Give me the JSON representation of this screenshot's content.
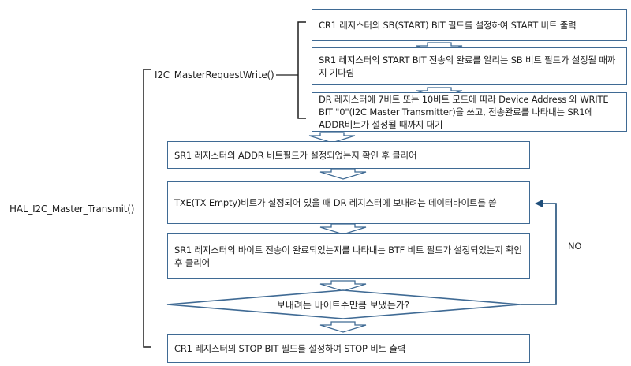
{
  "labels": {
    "outer_function": "HAL_I2C_Master_Transmit()",
    "inner_function": "I2C_MasterRequestWrite()",
    "loop_label": "NO"
  },
  "steps": {
    "step1": "CR1 레지스터의 SB(START) BIT 필드를 설정하여 START 비트 출력",
    "step2": "SR1 레지스터의 START BIT 전송의 완료를 알리는 SB 비트 필드가 설정될 때까지 기다림",
    "step3": "DR 레지스터에 7비트 또는 10비트 모드에 따라 Device Address 와 WRITE BIT \"0\"(I2C Master Transmitter)을 쓰고, 전송완료를 나타내는 SR1에 ADDR비트가 설정될 때까지 대기",
    "step4": "SR1 레지스터의 ADDR 비트필드가 설정되었는지 확인 후 클리어",
    "step5": "TXE(TX Empty)비트가 설정되어 있을 때 DR 레지스터에 보내려는 데이터바이트를 씀",
    "step6": "SR1 레지스터의 바이트 전송이 완료되었는지를 나타내는 BTF 비트 필드가 설정되었는지 확인 후 클리어",
    "decision": "보내려는 바이트수만큼 보냈는가?",
    "step7": "CR1 레지스터의 STOP BIT 필드를 설정하여 STOP 비트 출력"
  },
  "colors": {
    "box_border": "#3f6a94",
    "arrow_fill": "#ffffff",
    "arrow_stroke": "#3f6a94",
    "loop_arrow": "#1f4e7a",
    "bracket": "#1e1e1e",
    "text": "#1e1e1e"
  }
}
